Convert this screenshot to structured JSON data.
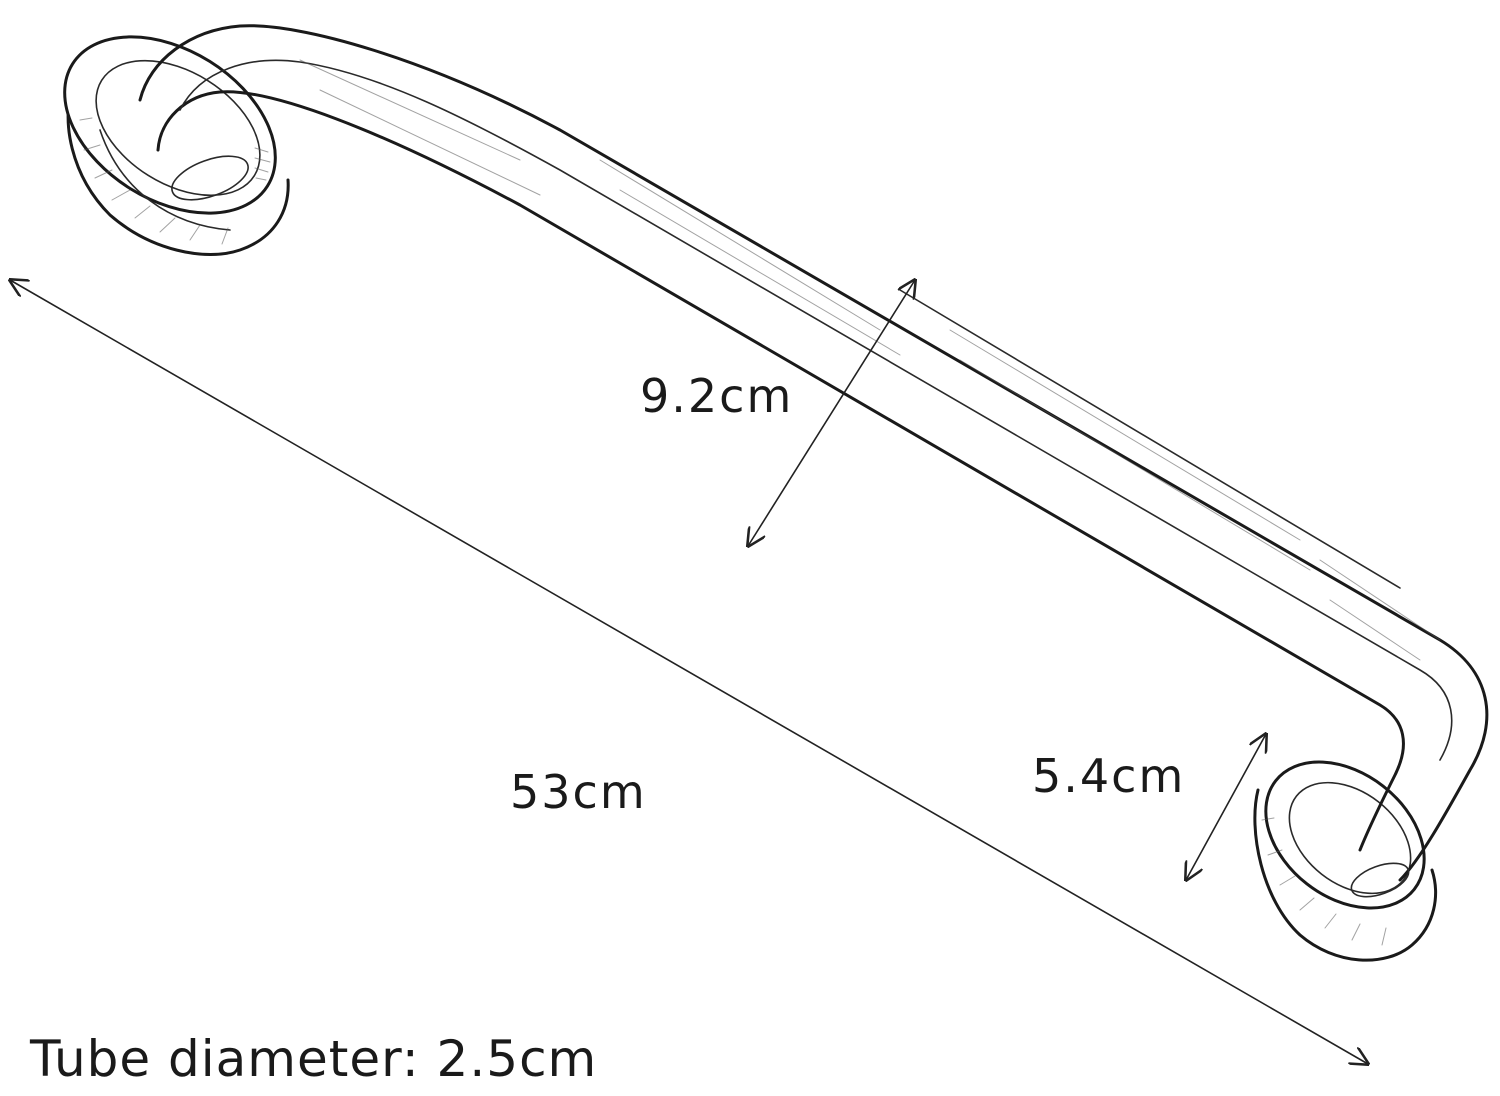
{
  "dimensions": {
    "overall_length": "53cm",
    "projection": "9.2cm",
    "base_diameter": "5.4cm"
  },
  "caption": "Tube diameter: 2.5cm",
  "colors": {
    "ink": "#1a1a1a",
    "background": "#ffffff"
  }
}
